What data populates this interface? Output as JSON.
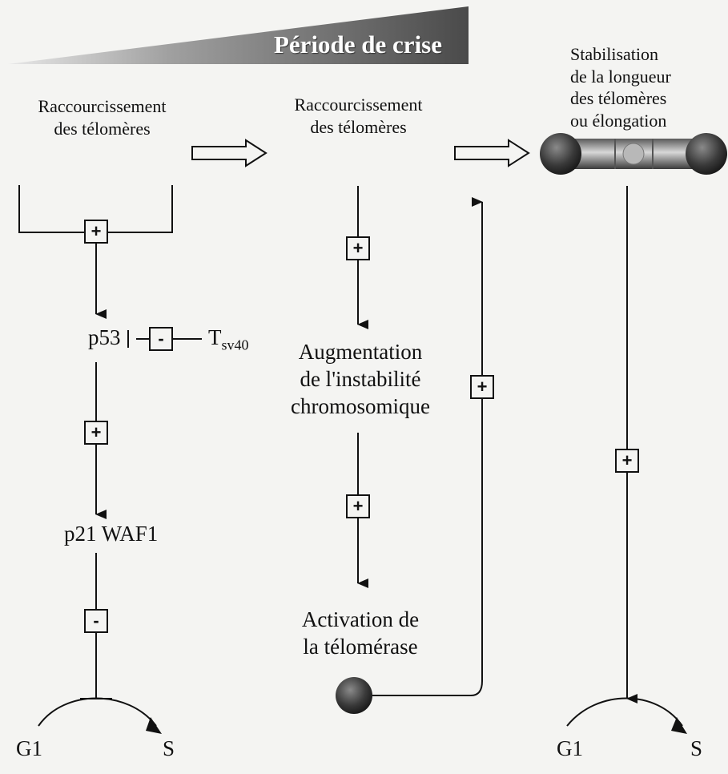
{
  "crisis_label": "Période de crise",
  "column_left": {
    "title_line1": "Raccourcissement",
    "title_line2": "des télomères",
    "activator_sign": "+",
    "p53": "p53",
    "inhibitor_sign": "-",
    "tsv40_main": "T",
    "tsv40_sub": "sv40",
    "p53_to_p21_sign": "+",
    "p21": "p21 WAF1",
    "block_sign": "-",
    "cycle_from": "G1",
    "cycle_to": "S"
  },
  "column_middle": {
    "title_line1": "Raccourcissement",
    "title_line2": "des télomères",
    "sign1": "+",
    "instability_line1": "Augmentation",
    "instability_line2": "de l'instabilité",
    "instability_line3": "chromosomique",
    "sign2": "+",
    "activation_line1": "Activation de",
    "activation_line2": "la télomérase",
    "feedback_sign": "+"
  },
  "column_right": {
    "title_line1": "Stabilisation",
    "title_line2": "de la longueur",
    "title_line3": "des télomères",
    "title_line4": "ou élongation",
    "sign": "+",
    "cycle_from": "G1",
    "cycle_to": "S"
  }
}
